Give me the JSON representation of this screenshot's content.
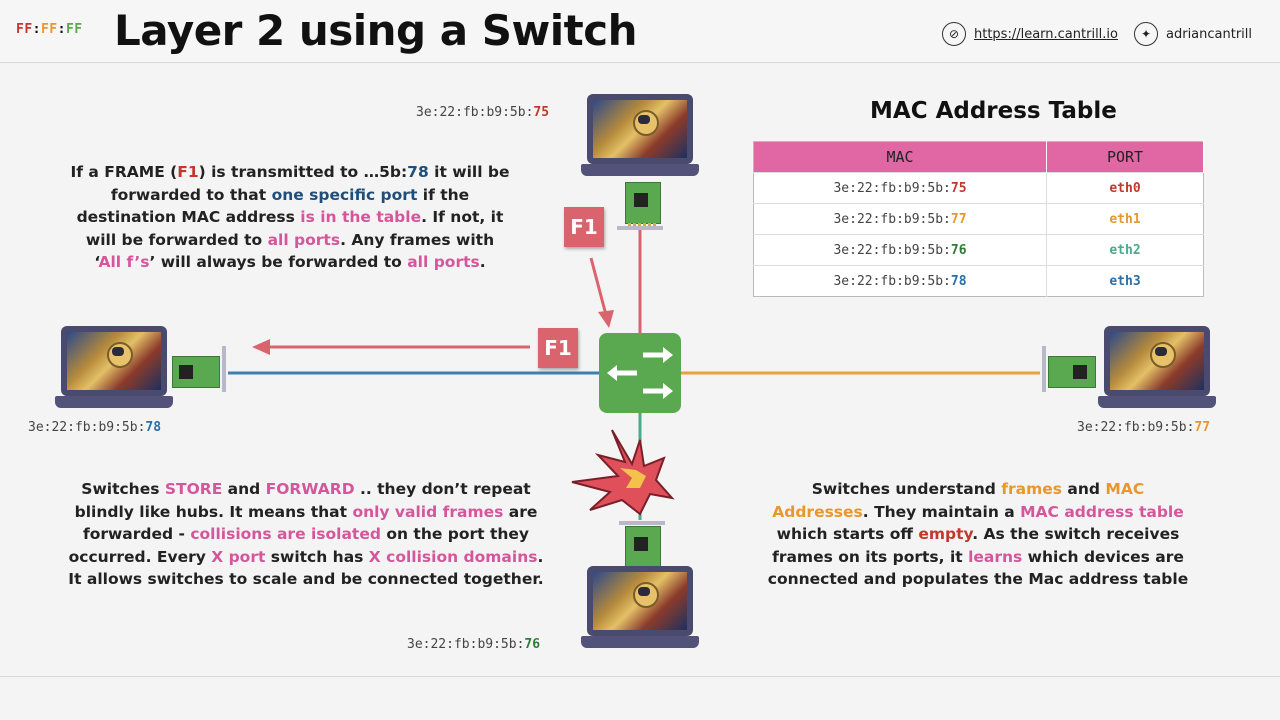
{
  "header": {
    "logo": {
      "part1": "FF",
      "sep1": ":",
      "part2": "FF",
      "sep2": ":",
      "part3": "FF",
      "c1": "#c0392b",
      "c2": "#e8972d",
      "c3": "#5aa84f"
    },
    "title": "Layer 2 using a Switch",
    "link_url": "https://learn.cantrill.io",
    "link_icon": "compass-icon",
    "twitter_handle": "adriancantrill",
    "twitter_icon": "twitter-icon"
  },
  "laptops": {
    "top": {
      "mac_prefix": "3e:22:fb:b9:5b:",
      "mac_suffix": "75"
    },
    "left": {
      "mac_prefix": "3e:22:fb:b9:5b:",
      "mac_suffix": "78"
    },
    "right": {
      "mac_prefix": "3e:22:fb:b9:5b:",
      "mac_suffix": "77"
    },
    "bottom": {
      "mac_prefix": "3e:22:fb:b9:5b:",
      "mac_suffix": "76"
    }
  },
  "frames": {
    "label": "F1"
  },
  "mac_table": {
    "title": "MAC Address Table",
    "columns": [
      "MAC",
      "PORT"
    ],
    "rows": [
      {
        "mac_prefix": "3e:22:fb:b9:5b:",
        "mac_suffix": "75",
        "port": "eth0",
        "color": "#c0392b"
      },
      {
        "mac_prefix": "3e:22:fb:b9:5b:",
        "mac_suffix": "77",
        "port": "eth1",
        "color": "#e8972d"
      },
      {
        "mac_prefix": "3e:22:fb:b9:5b:",
        "mac_suffix": "76",
        "port": "eth2",
        "color": "#2e7d32"
      },
      {
        "mac_prefix": "3e:22:fb:b9:5b:",
        "mac_suffix": "78",
        "port": "eth3",
        "color": "#2a6fa8"
      }
    ]
  },
  "text_top_left": {
    "l1a": "If a FRAME (",
    "l1b": "F1",
    "l1c": ") is transmitted to …5b:",
    "l1d": "78",
    "l1e": " it will be",
    "l2a": "forwarded to that ",
    "l2b": "one specific port",
    "l2c": " if the",
    "l3a": "destination MAC address ",
    "l3b": "is in the table",
    "l3c": ". If not, it",
    "l4a": "will be forwarded to ",
    "l4b": "all ports",
    "l4c": ". Any frames with",
    "l5a": "‘",
    "l5b": "All f’s",
    "l5c": "’ will always be forwarded to ",
    "l5d": "all ports",
    "l5e": "."
  },
  "text_bottom_left": {
    "l1a": "Switches ",
    "l1b": "STORE",
    "l1c": " and ",
    "l1d": "FORWARD",
    "l1e": " .. they don’t repeat",
    "l2a": "blindly like hubs. It means that ",
    "l2b": "only valid frames",
    "l2c": " are",
    "l3a": "forwarded - ",
    "l3b": "collisions are isolated",
    "l3c": " on the port they",
    "l4a": "occurred. Every ",
    "l4b": "X port",
    "l4c": " switch has ",
    "l4d": "X collision domains",
    "l4e": ".",
    "l5": "It allows switches to scale and be connected together."
  },
  "text_bottom_right": {
    "l1a": "Switches understand ",
    "l1b": "frames",
    "l1c": " and ",
    "l1d": "MAC",
    "l2a": "Addresses",
    "l2b": ". They maintain a ",
    "l2c": "MAC address table",
    "l3a": "which starts off ",
    "l3b": "empty",
    "l3c": ". As the switch receives",
    "l4a": "frames on its ports, it ",
    "l4b": "learns",
    "l4c": " which devices are",
    "l5": "connected and populates the Mac address table"
  },
  "colors": {
    "top_link": "#d9646e",
    "left_link": "#3f7fb0",
    "right_link": "#e8a040",
    "bottom_link": "#4aaa8a",
    "switch": "#5aa84f"
  },
  "icons": {
    "laptop": "laptop-icon",
    "nic": "network-card-icon",
    "switch": "switch-icon",
    "collision": "collision-burst-icon",
    "arrow": "arrow-icon"
  }
}
